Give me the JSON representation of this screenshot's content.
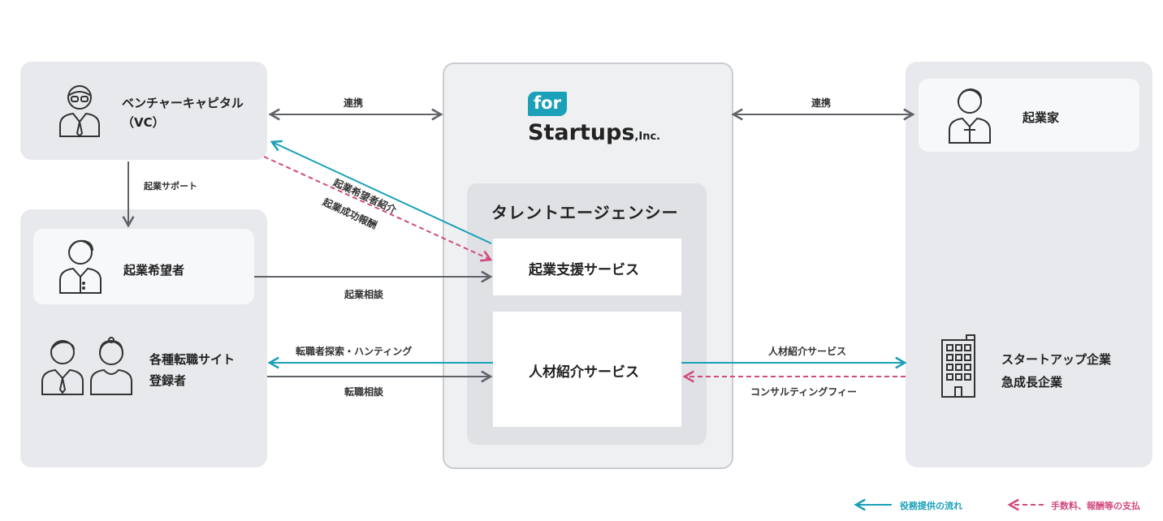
{
  "center": {
    "logo_tag": "for",
    "logo_name": "Startups",
    "logo_suffix": ",Inc.",
    "agency_title": "タレントエージェンシー",
    "service_startup": "起業支援サービス",
    "service_recruit": "人材紹介サービス"
  },
  "left": {
    "vc_label_line1": "ベンチャーキャピタル",
    "vc_label_line2": "（VC）",
    "aspirant_label": "起業希望者",
    "registrant_line1": "各種転職サイト",
    "registrant_line2": "登録者"
  },
  "right": {
    "founder_label": "起業家",
    "company_line1": "スタートアップ企業",
    "company_line2": "急成長企業"
  },
  "flows": {
    "link_left": "連携",
    "link_right": "連携",
    "support": "起業サポート",
    "intro_aspirants": "起業希望者紹介",
    "success_fee": "起業成功報酬",
    "startup_consult": "起業相談",
    "search_hunting": "転職者探索・ハンティング",
    "career_consult": "転職相談",
    "recruit_service": "人材紹介サービス",
    "consulting_fee": "コンサルティングフィー"
  },
  "legend": {
    "service_flow": "役務提供の流れ",
    "payment_flow": "手数料、報酬等の支払"
  },
  "colors": {
    "teal": "#1aa0b8",
    "pink": "#d24a7e",
    "gray_arrow": "#5f6368",
    "panel": "#e7e9ec"
  }
}
